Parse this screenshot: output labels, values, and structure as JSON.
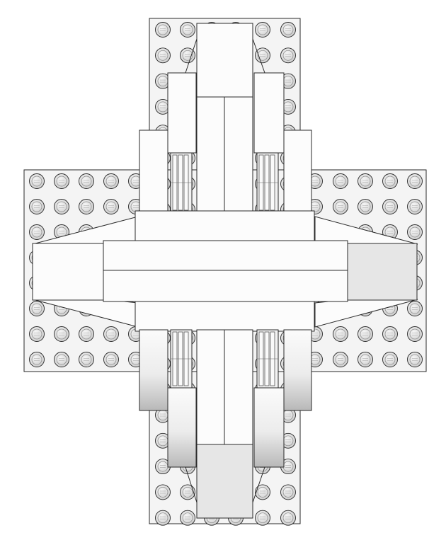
{
  "colors": {
    "background": "#ffffff",
    "outline": "#2a2a2a",
    "plate_fill": "#f4f4f4",
    "stud_fill": "#e2e2e2",
    "stud_inner": "#d8d8d8",
    "part_light": "#fcfcfc",
    "part_shaded": "#e6e6e6",
    "gradient_dark": "#b8b8b8",
    "gradient_light": "#fbfbfb"
  },
  "icons": {
    "stud": "stud-icon",
    "bearing": "bearing-icon"
  },
  "model": {
    "kind": "brick-built cross assembly",
    "plate_vertical": {
      "stud_columns": 6,
      "stud_rows": 20
    },
    "plate_horizontal": {
      "stud_columns": 16,
      "stud_rows": 8
    }
  }
}
